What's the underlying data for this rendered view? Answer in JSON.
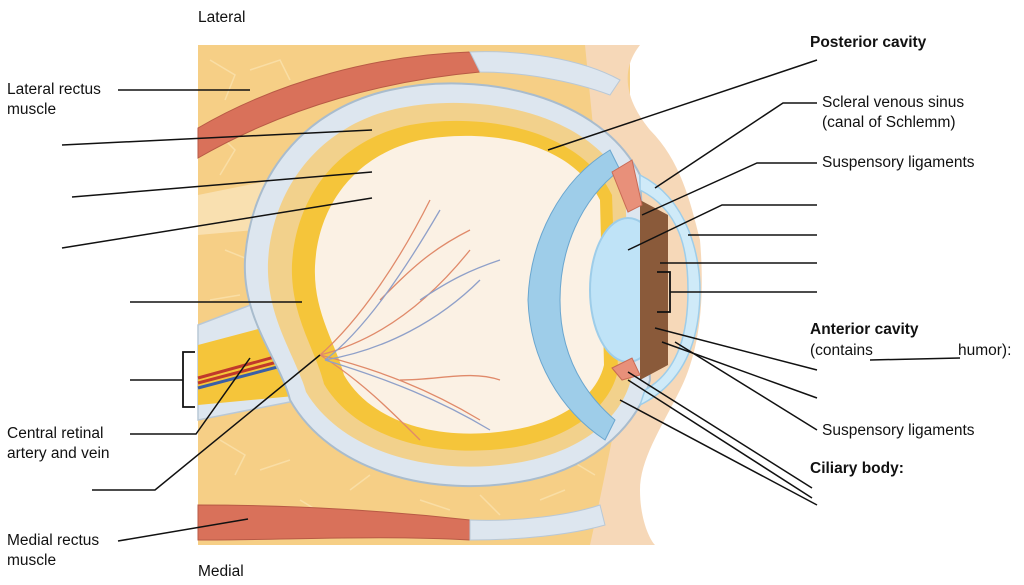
{
  "labels": {
    "lateral": "Lateral",
    "medial": "Medial",
    "lateral_rectus_1": "Lateral rectus",
    "lateral_rectus_2": "muscle",
    "medial_rectus_1": "Medial rectus",
    "medial_rectus_2": "muscle",
    "central_retinal_1": "Central retinal",
    "central_retinal_2": "artery and vein",
    "posterior_cavity": "Posterior cavity",
    "scleral_sinus_1": "Scleral venous sinus",
    "scleral_sinus_2": "(canal of Schlemm)",
    "suspensory_top": "Suspensory ligaments",
    "anterior_cavity": "Anterior cavity",
    "anterior_contains_a": "(contains",
    "anterior_contains_b": "humor):",
    "suspensory_bottom": "Suspensory ligaments",
    "ciliary_body": "Ciliary body:"
  },
  "colors": {
    "fat": "#f6cf86",
    "muscle": "#d9715a",
    "sclera": "#dde6ef",
    "choroid": "#f2d18c",
    "retina_yellow": "#f5c53a",
    "vitreous": "#fbf1e4",
    "lens": "#bfe3f7",
    "iris": "#8a5a3a",
    "cornea": "#cfeaf8"
  }
}
